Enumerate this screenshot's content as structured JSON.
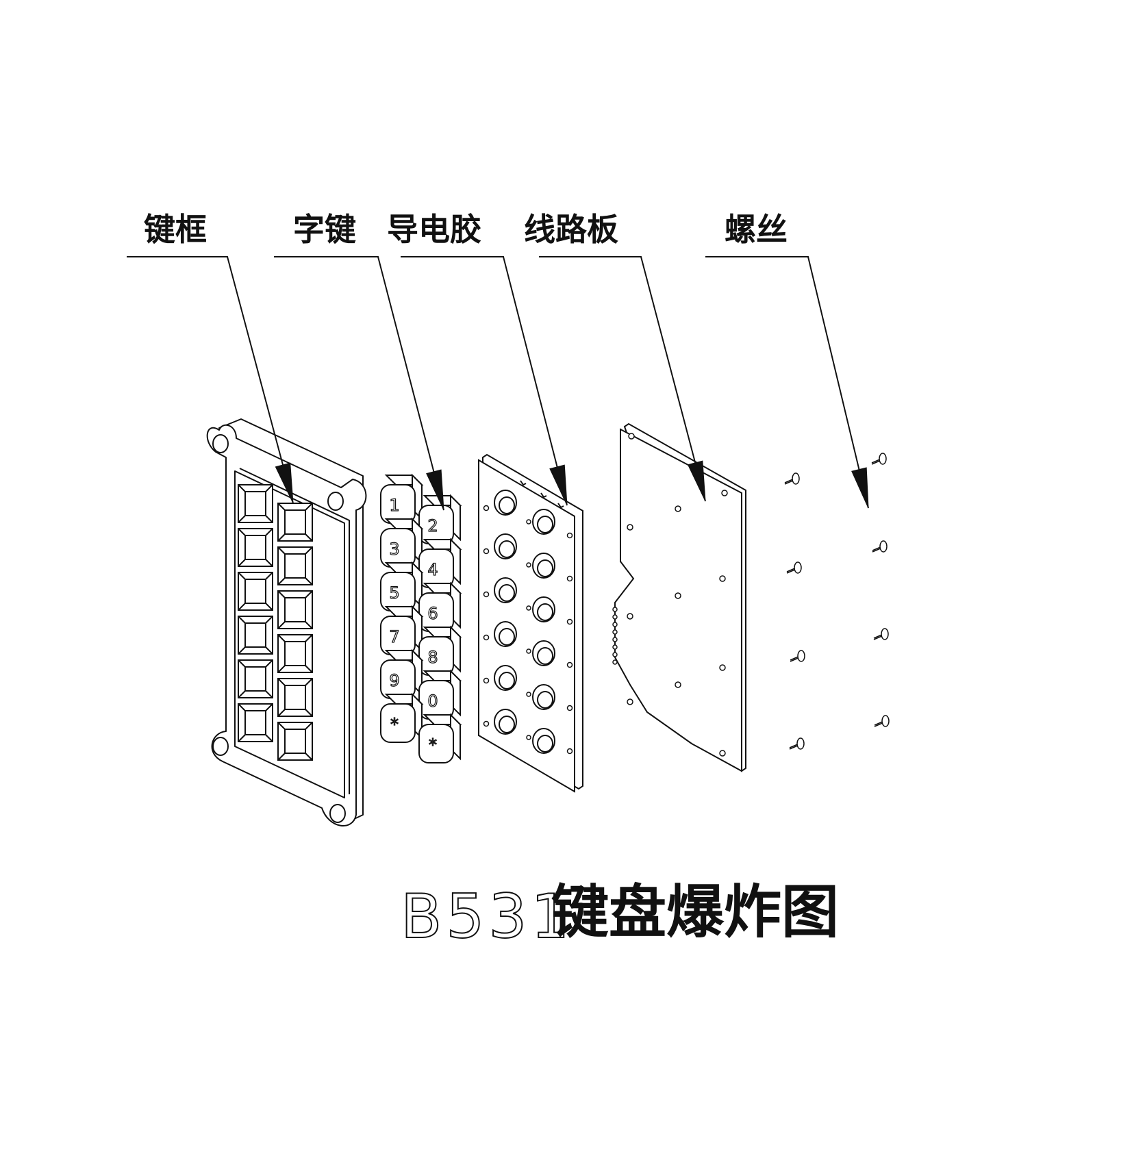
{
  "labels": {
    "key_frame": "键框",
    "key_caps": "字键",
    "conductive_rubber": "导电胶",
    "circuit_board": "线路板",
    "screws": "螺丝"
  },
  "title": {
    "model": "B531",
    "caption": "键盘爆炸图"
  },
  "keycaps": [
    "1",
    "2",
    "3",
    "4",
    "5",
    "6",
    "7",
    "8",
    "9",
    "0",
    "*",
    "*"
  ],
  "colors": {
    "line": "#111111",
    "background": "#ffffff"
  }
}
